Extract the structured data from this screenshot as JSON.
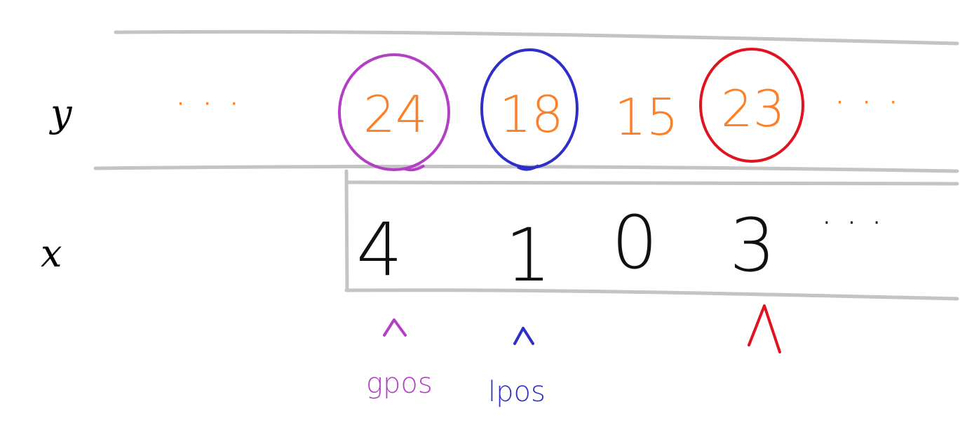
{
  "row_y": {
    "label": "y",
    "lead_ellipsis": "· · ·",
    "values": [
      "24",
      "18",
      "15",
      "23"
    ],
    "trail_ellipsis": "· · ·"
  },
  "row_x": {
    "label": "x",
    "values": [
      "4",
      "1",
      "0",
      "3"
    ],
    "trail_ellipsis": "· · ·"
  },
  "pointers": [
    {
      "label": "gpos",
      "color": "#b340c4"
    },
    {
      "label": "lpos",
      "color": "#2f2fc8"
    },
    {
      "label": "",
      "color": "#e0141e"
    }
  ],
  "colors": {
    "orange": "#ff7f27",
    "purple": "#b340c4",
    "blue": "#2f2fc8",
    "red": "#e0141e",
    "grey": "#c4c4c4"
  }
}
